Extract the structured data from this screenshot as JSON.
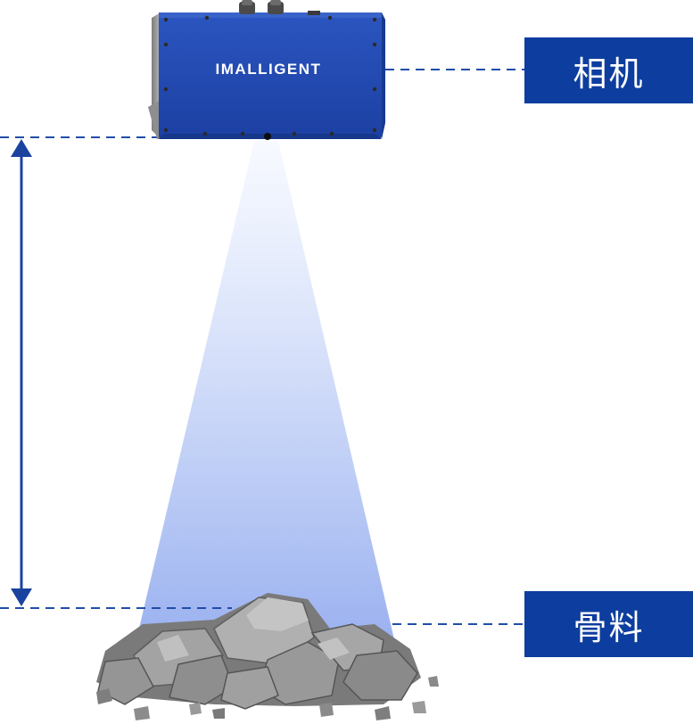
{
  "camera": {
    "brand": "IMALLIGENT",
    "label": "相机"
  },
  "aggregate": {
    "label": "骨料"
  },
  "colors": {
    "label_bg": "#0d3d9e",
    "camera_body": "#1f47ad",
    "camera_dark": "#173a8f",
    "dash_line": "#1f4ea8",
    "arrow": "#1a43a0",
    "beam_top": "#e4ecff",
    "beam_bottom": "#8fa8ee",
    "rock_light": "#a8a8a8",
    "rock_mid": "#8a8a8a",
    "rock_dark": "#5e5e5e",
    "camera_side": "#9a9a9a"
  }
}
